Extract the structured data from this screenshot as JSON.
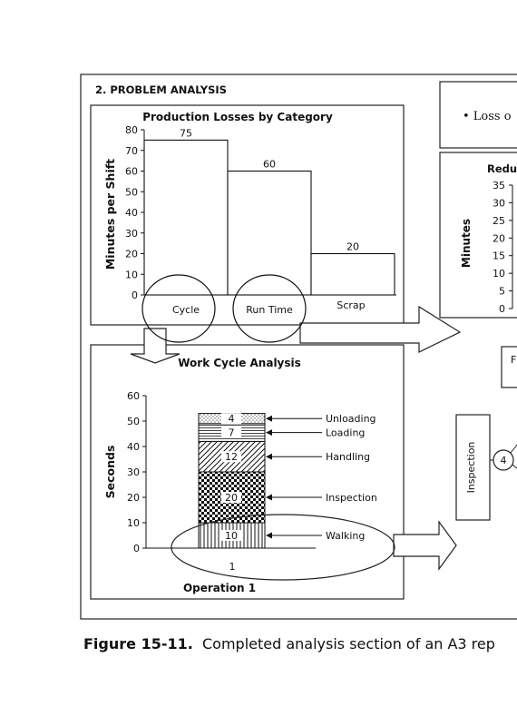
{
  "section_title": "2. PROBLEM ANALYSIS",
  "right_panel": {
    "bullet_text": "• Loss o",
    "chart_title_partial": "Redu",
    "ylabel": "Minutes",
    "ticks": [
      "35",
      "30",
      "25",
      "20",
      "15",
      "10",
      "5",
      "0"
    ],
    "box_letter": "F"
  },
  "flow": {
    "inspection_label": "Inspection",
    "node_number": "4"
  },
  "chart_data": [
    {
      "type": "bar",
      "title": "Production Losses by Category",
      "ylabel": "Minutes per Shift",
      "xlabel": "",
      "categories": [
        "Cycle",
        "Run Time",
        "Scrap"
      ],
      "values": [
        75,
        60,
        20
      ],
      "ylim": [
        0,
        80
      ],
      "yticks": [
        "0",
        "10",
        "20",
        "30",
        "40",
        "50",
        "60",
        "70",
        "80"
      ],
      "highlighted": [
        "Cycle",
        "Run Time"
      ]
    },
    {
      "type": "bar",
      "title": "Work Cycle Analysis",
      "ylabel": "Seconds",
      "xlabel": "Operation 1",
      "categories": [
        "1"
      ],
      "stacked": true,
      "ylim": [
        0,
        60
      ],
      "yticks": [
        "0",
        "10",
        "20",
        "30",
        "40",
        "50",
        "60"
      ],
      "series": [
        {
          "name": "Walking",
          "values": [
            10
          ]
        },
        {
          "name": "Inspection",
          "values": [
            20
          ]
        },
        {
          "name": "Handling",
          "values": [
            12
          ]
        },
        {
          "name": "Loading",
          "values": [
            7
          ]
        },
        {
          "name": "Unloading",
          "values": [
            4
          ]
        }
      ]
    }
  ],
  "caption": {
    "label": "Figure 15-11.",
    "text": "Completed analysis section of an A3 rep"
  }
}
